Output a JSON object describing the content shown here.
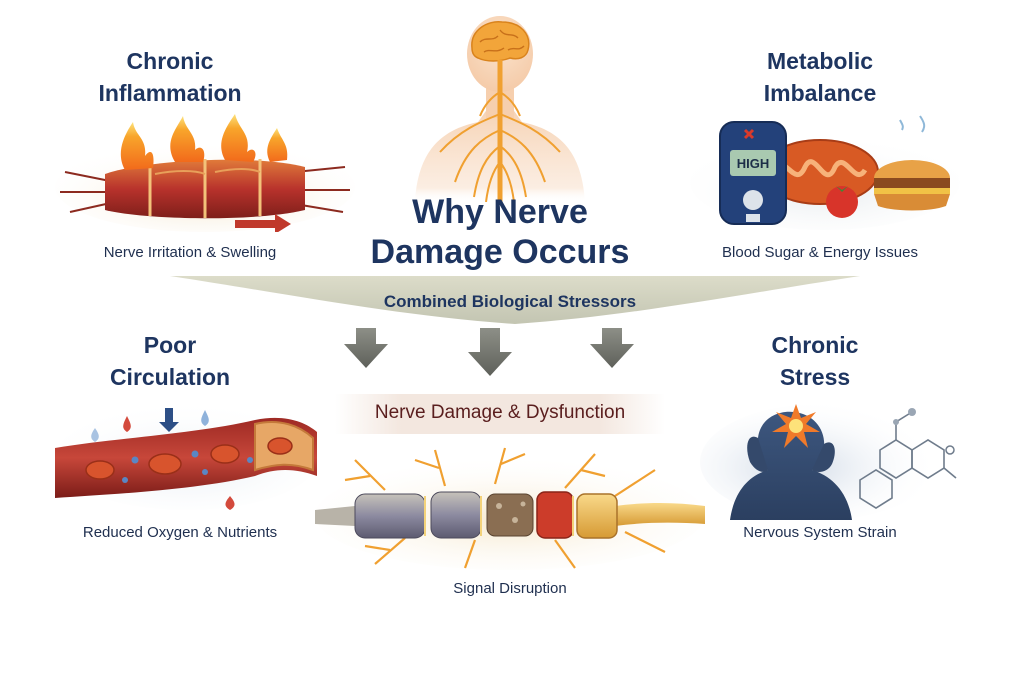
{
  "main_title": {
    "line1": "Why Nerve",
    "line2": "Damage Occurs"
  },
  "factors": {
    "inflammation": {
      "title_line1": "Chronic",
      "title_line2": "Inflammation",
      "caption": "Nerve Irritation & Swelling"
    },
    "metabolic": {
      "title_line1": "Metabolic",
      "title_line2": "Imbalance",
      "caption": "Blood Sugar & Energy Issues",
      "meter_text": "HIGH"
    },
    "circulation": {
      "title_line1": "Poor",
      "title_line2": "Circulation",
      "caption": "Reduced Oxygen & Nutrients"
    },
    "stress": {
      "title_line1": "Chronic",
      "title_line2": "Stress",
      "caption": "Nervous System Strain"
    }
  },
  "funnel": {
    "label": "Combined Biological Stressors"
  },
  "outcome": {
    "label": "Nerve Damage & Dysfunction",
    "caption": "Signal Disruption"
  },
  "colors": {
    "title_navy": "#1e3560",
    "nerve_orange": "#f0a030",
    "fire": "#f26a1b",
    "blood_red": "#b8322c",
    "funnel_gray": "#c9cbb8",
    "outcome_red": "#5a1e1e"
  }
}
